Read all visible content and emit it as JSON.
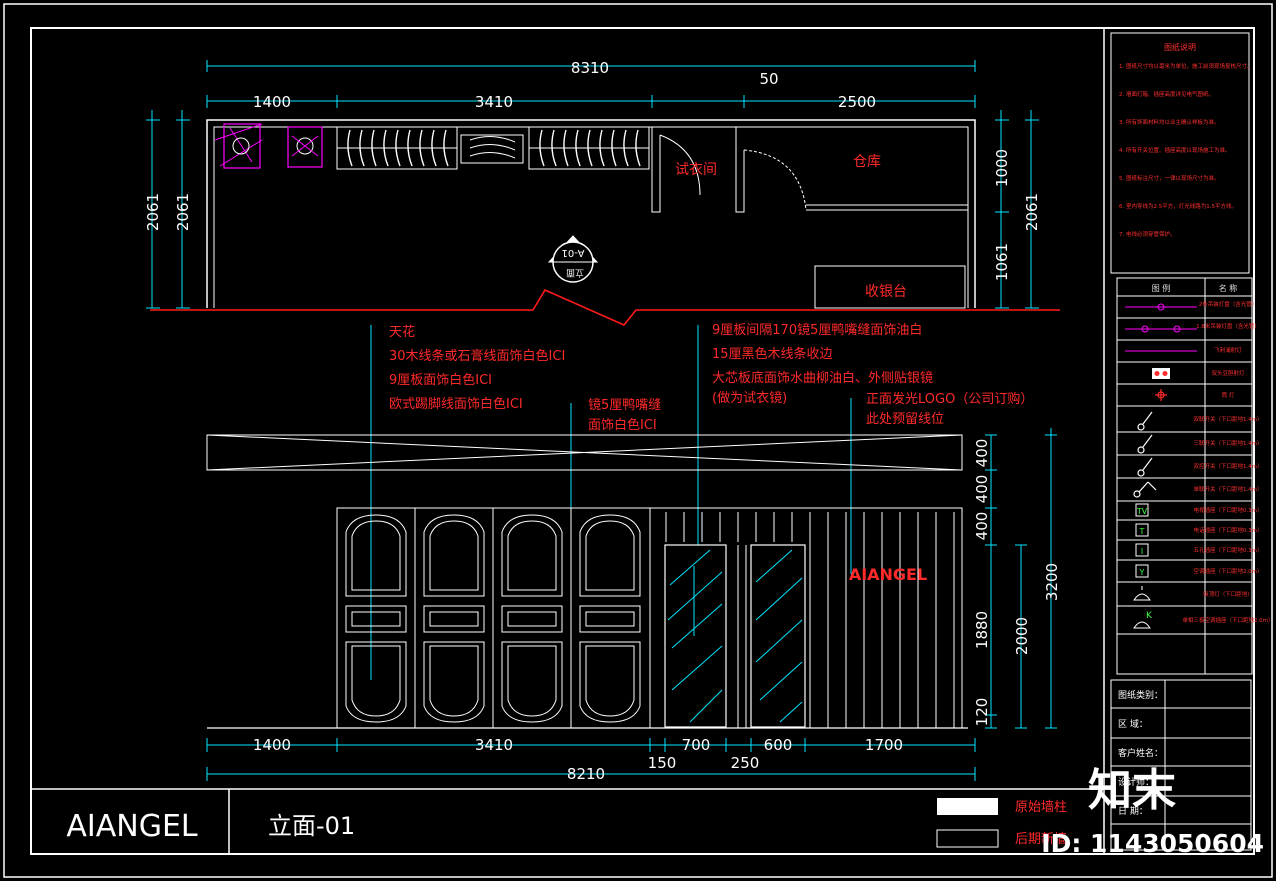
{
  "plan": {
    "overall_dim": "8310",
    "top_dims": [
      "1400",
      "3410",
      "50",
      "2500"
    ],
    "left_dims": [
      "2061",
      "2061"
    ],
    "right_dims": [
      "1000",
      "1061",
      "2061"
    ],
    "rooms": {
      "fitting": "试衣间",
      "storage": "仓库",
      "cashier": "收银台"
    },
    "marker_top": "A-01",
    "marker_bottom": "立面"
  },
  "annotations": {
    "left_col": [
      "天花",
      "30木线条或石膏线面饰白色ICI",
      "9厘板面饰白色ICI",
      "欧式踢脚线面饰白色ICI"
    ],
    "mid_col": [
      "镜5厘鸭嘴缝",
      "面饰白色ICI"
    ],
    "right_col": [
      "9厘板间隔170镜5厘鸭嘴缝面饰油白",
      "15厘黑色木线条收边",
      "大芯板底面饰水曲柳油白、外侧贴银镜",
      "(做为试衣镜)"
    ],
    "logo_note": [
      "正面发光LOGO（公司订购）",
      "此处预留线位"
    ]
  },
  "elevation": {
    "logo_text": "AIANGEL",
    "right_dims": [
      "400",
      "400",
      "400",
      "1880",
      "120"
    ],
    "far_right_dims": [
      "2000",
      "3200"
    ],
    "bottom_dims": [
      "1400",
      "3410",
      "700",
      "600",
      "1700"
    ],
    "bottom_small": [
      "150",
      "250"
    ],
    "overall_bottom": "8210"
  },
  "title_block": {
    "brand": "AIANGEL",
    "drawing_name": "立面-01",
    "legend_labels": [
      "原始墙柱",
      "后期新墙"
    ]
  },
  "notes_panel": {
    "title": "图纸说明",
    "items": [
      "1. 图纸尺寸均以毫米为单位，施工前须现场复核尺寸。",
      "2. 墙面灯箱、插座高度详见电气图纸。",
      "3. 所有饰面材料均以业主确认样板为准。",
      "4. 所有开关位置、插座高度以现场施工为准。",
      "5. 图纸标注尺寸，一律以现场尺寸为准。",
      "6. 室内导线为2.5平方，灯光线路为1.5平方线。",
      "7. 电线必须穿管保护。"
    ]
  },
  "legend_panel": {
    "header": [
      "图 例",
      "名 称"
    ],
    "rows": [
      "2条吊装灯盘（含光管）",
      "1.8米吊装灯盘（含光管）",
      "飞利浦射灯",
      "双头豆胆射灯",
      "筒 灯",
      "双联开关（下口距地1.4m）",
      "三联开关（下口距地1.4m）",
      "双控开关（下口距地1.4m）",
      "单联开关（下口距地1.4m）",
      "电视插座（下口距地0.3m）",
      "电话插座（下口距地0.3m）",
      "五孔插座（下口距地0.3m）",
      "空调插座（下口距地2.0m）",
      "吸顶灯（下口距地）",
      "单相三极空调插座（下口距地2.0m）"
    ]
  },
  "info_panel": {
    "labels": [
      "图纸类别：",
      "区    域：",
      "客户姓名：",
      "设计师：",
      "日    期："
    ]
  },
  "watermark": {
    "logo": "知末",
    "id": "ID: 1143050604"
  }
}
